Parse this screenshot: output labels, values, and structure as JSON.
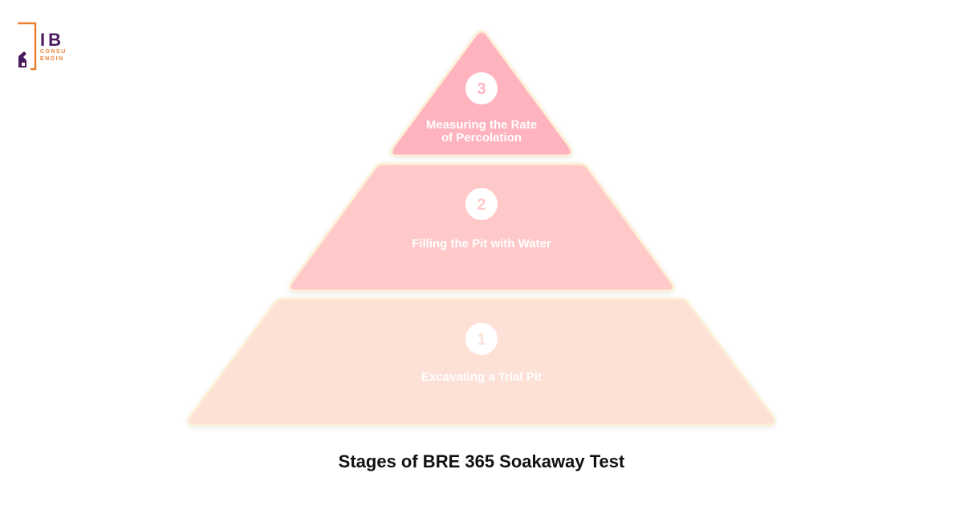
{
  "logo": {
    "letters": "IB",
    "line1": "CONSU",
    "line2": "ENGIN",
    "colors": {
      "primary": "#4a1a5e",
      "accent": "#e98033"
    }
  },
  "diagram": {
    "type": "pyramid",
    "caption": "Stages of BRE 365 Soakaway Test",
    "tiers": [
      {
        "number": "3",
        "label_lines": [
          "Measuring the Rate",
          "of Percolation"
        ],
        "color": "#ffb3bf"
      },
      {
        "number": "2",
        "label_lines": [
          "Filling the Pit with Water"
        ],
        "color": "#ffc9c9"
      },
      {
        "number": "1",
        "label_lines": [
          "Excavating a Trial Pit"
        ],
        "color": "#fde0d6"
      }
    ],
    "colors": {
      "border": "#fdf0d5",
      "badge": "#ffffff",
      "label": "#ffffff"
    }
  }
}
